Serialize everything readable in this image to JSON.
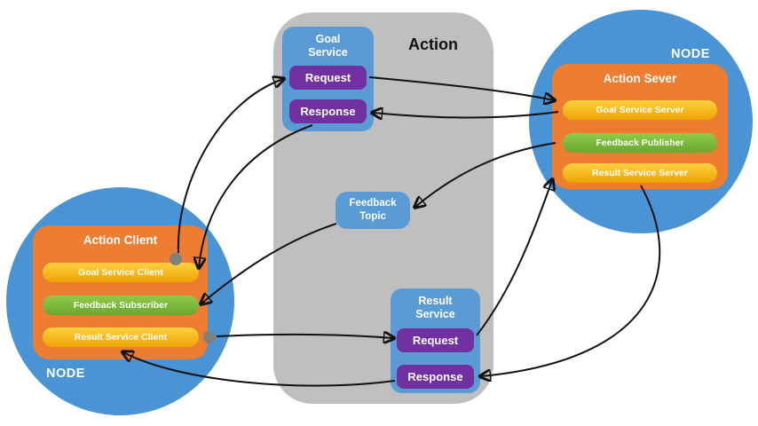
{
  "diagram": {
    "action_container": {
      "title": "Action",
      "goal_service": {
        "title": "Goal Service",
        "request": "Request",
        "response": "Response"
      },
      "feedback_topic": {
        "title": "Feedback Topic"
      },
      "result_service": {
        "title": "Result Service",
        "request": "Request",
        "response": "Response"
      }
    },
    "server_node": {
      "label": "NODE",
      "title": "Action Sever",
      "items": [
        {
          "label": "Goal Service Server"
        },
        {
          "label": "Feedback Publisher"
        },
        {
          "label": "Result Service Server"
        }
      ]
    },
    "client_node": {
      "label": "NODE",
      "title": "Action Client",
      "items": [
        {
          "label": "Goal Service Client"
        },
        {
          "label": "Feedback Subscriber"
        },
        {
          "label": "Result Service Client"
        }
      ]
    },
    "connections": [
      {
        "from": "Goal Service Client",
        "to": "Goal Service Request"
      },
      {
        "from": "Goal Service Request",
        "to": "Goal Service Server"
      },
      {
        "from": "Goal Service Server",
        "to": "Goal Service Response"
      },
      {
        "from": "Goal Service Response",
        "to": "Goal Service Client"
      },
      {
        "from": "Feedback Publisher",
        "to": "Feedback Topic"
      },
      {
        "from": "Feedback Topic",
        "to": "Feedback Subscriber"
      },
      {
        "from": "Result Service Client",
        "to": "Result Service Request"
      },
      {
        "from": "Result Service Request",
        "to": "Result Service Server"
      },
      {
        "from": "Result Service Server",
        "to": "Result Service Response"
      },
      {
        "from": "Result Service Response",
        "to": "Result Service Client"
      }
    ],
    "colors": {
      "node_circle": "#4a93d4",
      "action_container": "#bfbfbf",
      "service_box": "#5b9bd5",
      "node_box": "#ed7d31",
      "service_pill": "#ffc000",
      "feedback_pill": "#7ab83a",
      "request_button": "#7030a0",
      "arrow": "#111111"
    }
  }
}
